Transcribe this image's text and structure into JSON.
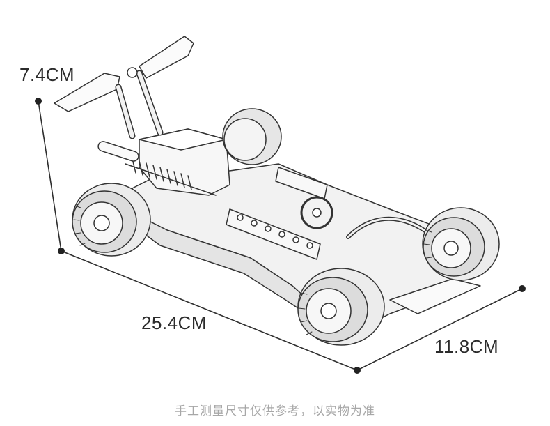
{
  "dimensions": {
    "height": "7.4CM",
    "length": "25.4CM",
    "width": "11.8CM"
  },
  "footnote": "手工测量尺寸仅供参考，以实物为准",
  "illustration": {
    "subject-icon": "brick-built-race-car-line-drawing",
    "line_color": "#333333",
    "fill_color": "#f2f2f2"
  }
}
